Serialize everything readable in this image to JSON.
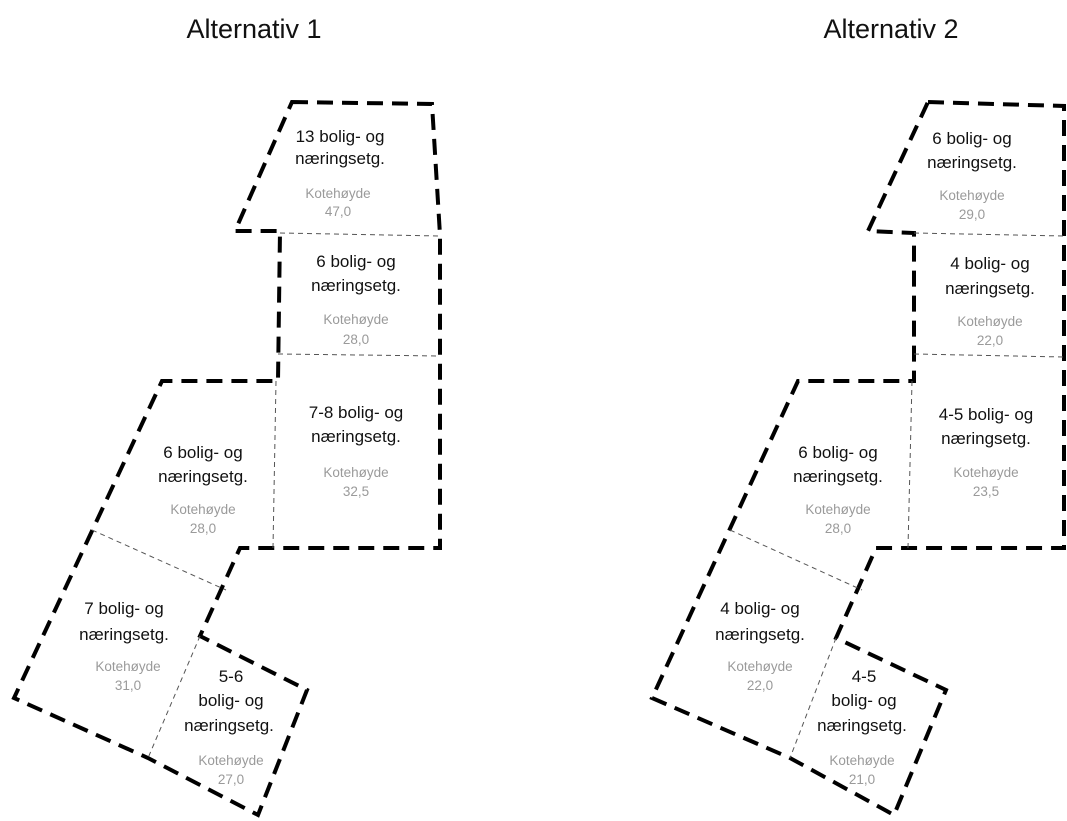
{
  "alternatives": [
    {
      "title": "Alternativ 1",
      "sections": [
        {
          "floors_line1": "13 bolig- og",
          "floors_line2": "næringsetg.",
          "kote_label": "Kotehøyde",
          "kote_value": "47,0"
        },
        {
          "floors_line1": "6 bolig- og",
          "floors_line2": "næringsetg.",
          "kote_label": "Kotehøyde",
          "kote_value": "28,0"
        },
        {
          "floors_line1": "7-8 bolig- og",
          "floors_line2": "næringsetg.",
          "kote_label": "Kotehøyde",
          "kote_value": "32,5"
        },
        {
          "floors_line1": "6 bolig- og",
          "floors_line2": "næringsetg.",
          "kote_label": "Kotehøyde",
          "kote_value": "28,0"
        },
        {
          "floors_line1": "7 bolig- og",
          "floors_line2": "næringsetg.",
          "kote_label": "Kotehøyde",
          "kote_value": "31,0"
        },
        {
          "floors_line0": "5-6",
          "floors_line1": "bolig- og",
          "floors_line2": "næringsetg.",
          "kote_label": "Kotehøyde",
          "kote_value": "27,0"
        }
      ]
    },
    {
      "title": "Alternativ 2",
      "sections": [
        {
          "floors_line1": "6 bolig- og",
          "floors_line2": "næringsetg.",
          "kote_label": "Kotehøyde",
          "kote_value": "29,0"
        },
        {
          "floors_line1": "4 bolig- og",
          "floors_line2": "næringsetg.",
          "kote_label": "Kotehøyde",
          "kote_value": "22,0"
        },
        {
          "floors_line1": "4-5 bolig- og",
          "floors_line2": "næringsetg.",
          "kote_label": "Kotehøyde",
          "kote_value": "23,5"
        },
        {
          "floors_line1": "6 bolig- og",
          "floors_line2": "næringsetg.",
          "kote_label": "Kotehøyde",
          "kote_value": "28,0"
        },
        {
          "floors_line1": "4 bolig- og",
          "floors_line2": "næringsetg.",
          "kote_label": "Kotehøyde",
          "kote_value": "22,0"
        },
        {
          "floors_line0": "4-5",
          "floors_line1": "bolig- og",
          "floors_line2": "næringsetg.",
          "kote_label": "Kotehøyde",
          "kote_value": "21,0"
        }
      ]
    }
  ]
}
